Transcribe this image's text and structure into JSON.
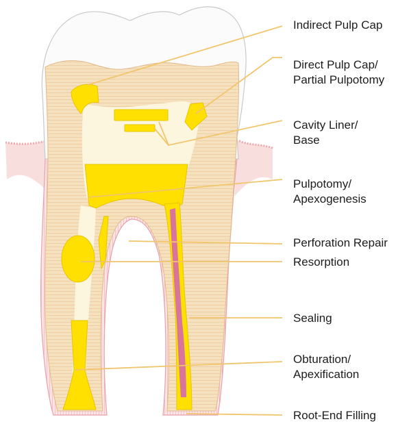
{
  "colors": {
    "enamel": "#fbfbfb",
    "enamel_outline": "#c9c9c9",
    "dentin": "#f6e1bf",
    "dentin_stripe": "#eecba0",
    "pulp": "#fdf6de",
    "material": "#ffe000",
    "material_edge": "#e8c400",
    "gingiva": "#f9dede",
    "pdl": "#efb1b7",
    "root_canal_fill": "#d9759d",
    "leader_line": "#f1c56b",
    "label_text": "#1d1d1d"
  },
  "labels": [
    {
      "id": "indirect-pulp-cap",
      "lines": [
        "Indirect Pulp Cap"
      ]
    },
    {
      "id": "direct-pulp-cap",
      "lines": [
        "Direct Pulp Cap/",
        "Partial Pulpotomy"
      ]
    },
    {
      "id": "cavity-liner",
      "lines": [
        "Cavity Liner/",
        "Base"
      ]
    },
    {
      "id": "pulpotomy",
      "lines": [
        "Pulpotomy/",
        "Apexogenesis"
      ]
    },
    {
      "id": "perforation-repair",
      "lines": [
        "Perforation Repair"
      ]
    },
    {
      "id": "resorption",
      "lines": [
        "Resorption"
      ]
    },
    {
      "id": "sealing",
      "lines": [
        "Sealing"
      ]
    },
    {
      "id": "obturation",
      "lines": [
        "Obturation/",
        "Apexification"
      ]
    },
    {
      "id": "root-end-filling",
      "lines": [
        "Root-End Filling"
      ]
    }
  ]
}
